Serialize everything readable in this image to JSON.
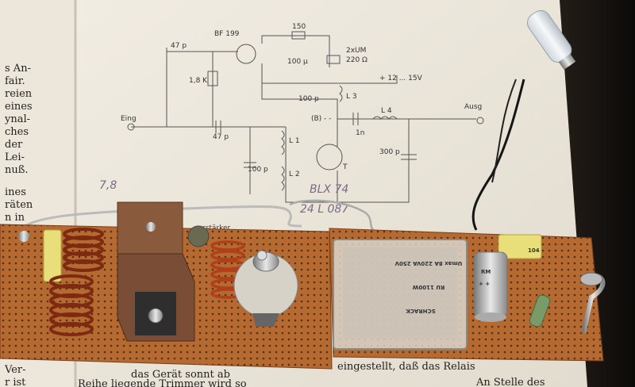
{
  "schematic": {
    "transistor_top": "BF 199",
    "cap_47p_top": "47 p",
    "res_1k8": "1,8 K",
    "pot_150": "150",
    "cap_100u": "100 µ",
    "relay": "2xUM",
    "relay_res": "220 Ω",
    "supply": "+ 12 ... 15V",
    "cap_100p_top": "100 p",
    "coil_l3": "L 3",
    "input": "Eing",
    "output": "Ausg",
    "base_tag": "(B) - -",
    "cap_1n": "1n",
    "coil_l4": "L 4",
    "cap_47p_mid": "47 p",
    "coil_l1": "L 1",
    "cap_100p_low": "100 p",
    "coil_l2": "L 2",
    "transistor_label": "T",
    "cap_300p": "300 p",
    "hand_78": "7,8",
    "hand_blx": "BLX 74",
    "hand_code": "24 L 087",
    "fragment": "rstärker"
  },
  "book_left_lines": [
    "s An-",
    "fair.",
    "reien",
    "eines",
    "ynal-",
    "ches",
    "der",
    "Lei-",
    "nuß.",
    "ines",
    "räten",
    "n in",
    "Ver-",
    "r ist"
  ],
  "book_bottom_lines": [
    "das Gerät sonnt ab",
    "eingestellt, daß das Relais",
    "Reihe liegende Trimmer wird so",
    "An Stelle des"
  ],
  "components": {
    "relay_brand": "SCHRACK",
    "relay_spec": "RU 1100W",
    "relay_small": "Umax 8A 220VA 250V",
    "electrolytic_logo": "RM",
    "electrolytic_mark": "+ +",
    "yellow_cap_right": "104"
  }
}
